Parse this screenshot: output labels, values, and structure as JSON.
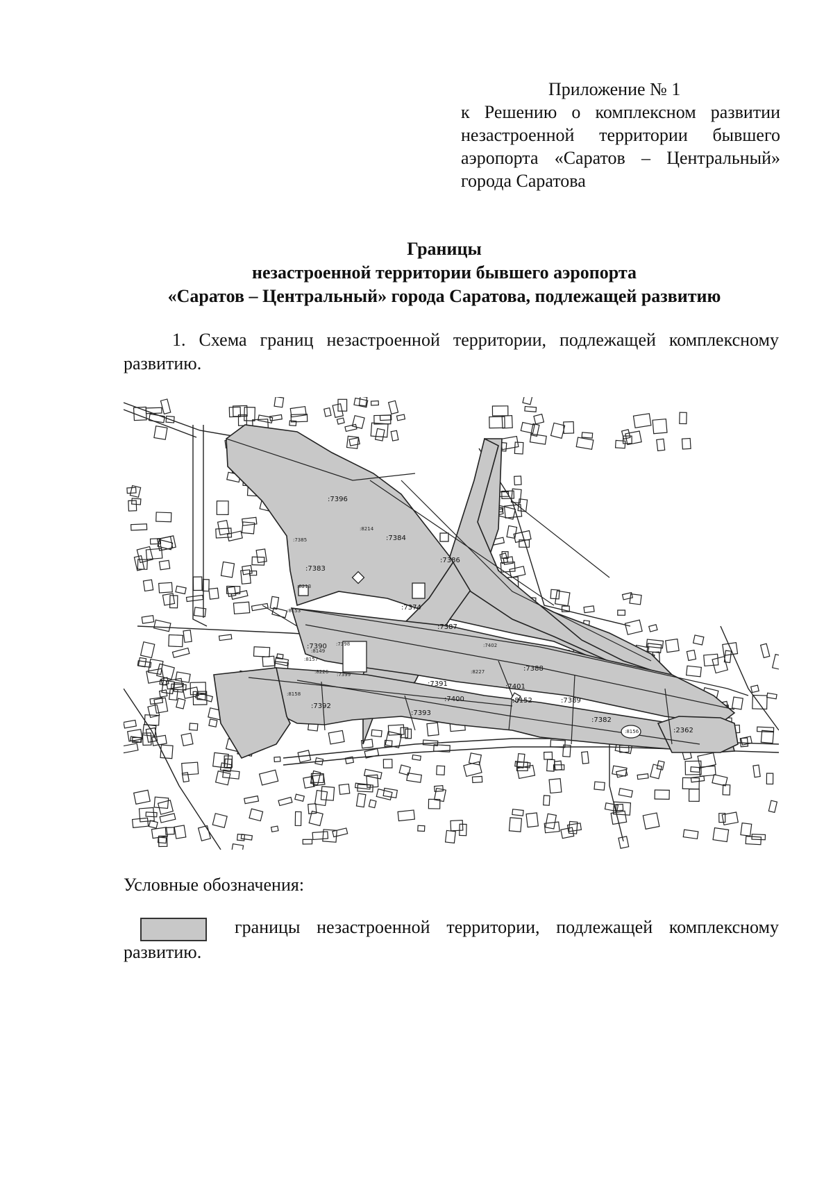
{
  "appendix": {
    "lines": [
      "Приложение № 1",
      "к Решению о комплексном развитии",
      "незастроенной территории бывшего",
      "аэропорта «Саратов – Центральный»",
      "города Саратова"
    ]
  },
  "title": {
    "lines": [
      "Границы",
      "незастроенной территории бывшего аэропорта",
      "«Саратов – Центральный» города Саратова, подлежащей развитию"
    ]
  },
  "section_1": {
    "text": "1. Схема границ незастроенной территории, подлежащей комплексному развитию."
  },
  "map": {
    "fill_color": "#c8c8c8",
    "line_color": "#222222",
    "parcel_labels": [
      ":7396",
      ":7384",
      ":7386",
      ":7383",
      ":7374",
      ":7387",
      ":7390",
      ":7388",
      ":7391",
      ":7392",
      ":7393",
      ":7400",
      ":7401",
      ":8152",
      ":7389",
      ":7382",
      ":2362"
    ],
    "small_labels": [
      ":8214",
      ":8213",
      ":8153",
      ":7385",
      ":7402",
      ":7398",
      ":8149",
      ":8157",
      ":8226",
      ":8227",
      ":7399",
      ":8158",
      ":8156"
    ]
  },
  "legend": {
    "heading": "Условные обозначения:",
    "item_text": "границы незастроенной территории, подлежащей комплексному развитию.",
    "swatch_color": "#c8c8c8"
  }
}
